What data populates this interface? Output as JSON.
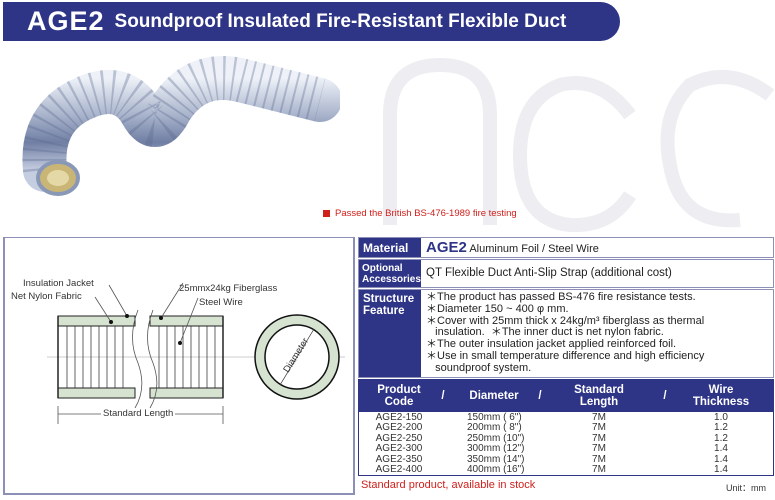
{
  "header": {
    "code": "AGE2",
    "title": "Soundproof Insulated Fire-Resistant Flexible Duct"
  },
  "note": "Passed the British BS-476-1989 fire testing",
  "diagram": {
    "insulation_jacket": "Insulation Jacket",
    "net_nylon": "Net Nylon Fabric",
    "fiberglass": "25mmx24kg Fiberglass",
    "steel_wire": "Steel Wire",
    "standard_length": "Standard Length",
    "diameter": "Diameter"
  },
  "spec": {
    "material_label": "Material",
    "material_code": "AGE2",
    "material_value": "Aluminum Foil / Steel Wire",
    "accessories_label": "Optional Accessories",
    "accessories_value": "QT  Flexible Duct Anti-Slip Strap (additional cost)",
    "structure_label": "Structure Feature",
    "features": [
      "＊The product has passed BS-476 fire resistance tests.",
      "＊Diameter 150 ~ 400 φ mm.",
      "＊Cover with 25mm thick x 24kg/m³ fiberglass as thermal",
      "   insulation.  ＊The inner duct is net nylon fabric.",
      "＊The outer insulation jacket applied reinforced foil.",
      "＊Use in small temperature difference and high efficiency",
      "   soundproof system."
    ]
  },
  "table": {
    "headers": [
      "Product Code",
      "Diameter",
      "Standard Length",
      "Wire Thickness"
    ],
    "rows": [
      [
        "AGE2-150",
        "150mm ( 6\")",
        "7M",
        "1.0"
      ],
      [
        "AGE2-200",
        "200mm ( 8\")",
        "7M",
        "1.2"
      ],
      [
        "AGE2-250",
        "250mm (10\")",
        "7M",
        "1.2"
      ],
      [
        "AGE2-300",
        "300mm (12\")",
        "7M",
        "1.4"
      ],
      [
        "AGE2-350",
        "350mm (14\")",
        "7M",
        "1.4"
      ],
      [
        "AGE2-400",
        "400mm (16\")",
        "7M",
        "1.4"
      ]
    ]
  },
  "footer": {
    "stock": "Standard product, available in stock",
    "unit": "Unit：mm"
  },
  "colors": {
    "brand": "#2e3486",
    "accent": "#d0201c"
  }
}
